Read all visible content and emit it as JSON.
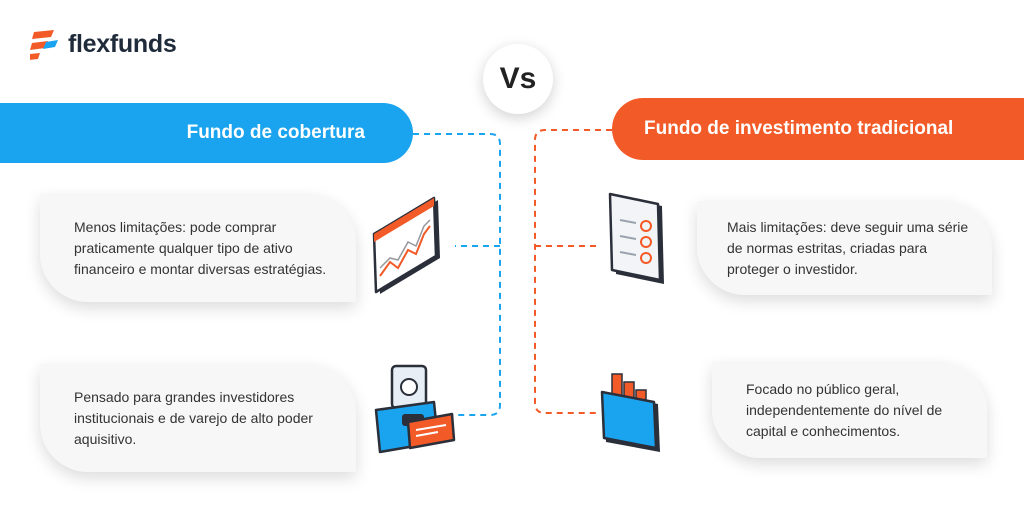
{
  "brand": {
    "name": "flexfunds"
  },
  "vs": {
    "label": "Vs"
  },
  "left": {
    "title": "Fundo de cobertura",
    "color": "#1aa3ee",
    "cards": [
      {
        "text": "Menos limitações: pode comprar praticamente qualquer tipo de ativo financeiro e montar diversas estratégias."
      },
      {
        "text": "Pensado para grandes investidores institucionais e de varejo de alto poder aquisitivo."
      }
    ]
  },
  "right": {
    "title": "Fundo de investimento tradicional",
    "color": "#f25a28",
    "cards": [
      {
        "text": "Mais limitações: deve seguir uma série de normas estritas, criadas para proteger o investidor."
      },
      {
        "text": "Focado no público geral, independentemente do nível de capital e conhecimentos."
      }
    ]
  },
  "icons": [
    "chart-monitor-icon",
    "money-safe-wallet-icon",
    "checklist-clipboard-icon",
    "folder-chart-icon"
  ]
}
